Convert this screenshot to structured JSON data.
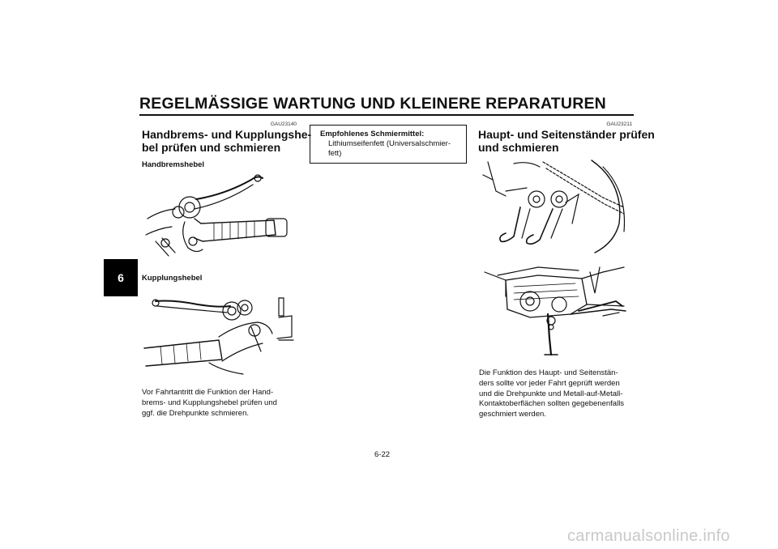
{
  "header": {
    "title": "REGELMÄSSIGE WARTUNG UND KLEINERE REPARATUREN"
  },
  "chapter_tab": "6",
  "left_column": {
    "code": "GAU23140",
    "title_line1": "Handbrems- und Kupplungshe-",
    "title_line2": "bel prüfen und schmieren",
    "sub1": "Handbremshebel",
    "sub2": "Kupplungshebel",
    "body_lines": [
      "Vor Fahrtantritt die Funktion der Hand-",
      "brems- und Kupplungshebel prüfen und",
      "ggf. die Drehpunkte schmieren."
    ]
  },
  "lubricant_box": {
    "title": "Empfohlenes Schmiermittel:",
    "value_line1": "Lithiumseifenfett (Universalschmier-",
    "value_line2": "fett)"
  },
  "right_column": {
    "code": "GAU23211",
    "title_line1": "Haupt- und Seitenständer prüfen",
    "title_line2": "und schmieren",
    "body_lines": [
      "Die Funktion des Haupt- und Seitenstän-",
      "ders sollte vor jeder Fahrt geprüft werden",
      "und die Drehpunkte und Metall-auf-Metall-",
      "Kontaktoberflächen sollten gegebenenfalls",
      "geschmiert werden."
    ]
  },
  "page_number": "6-22",
  "watermark": "carmanualsonline.info"
}
